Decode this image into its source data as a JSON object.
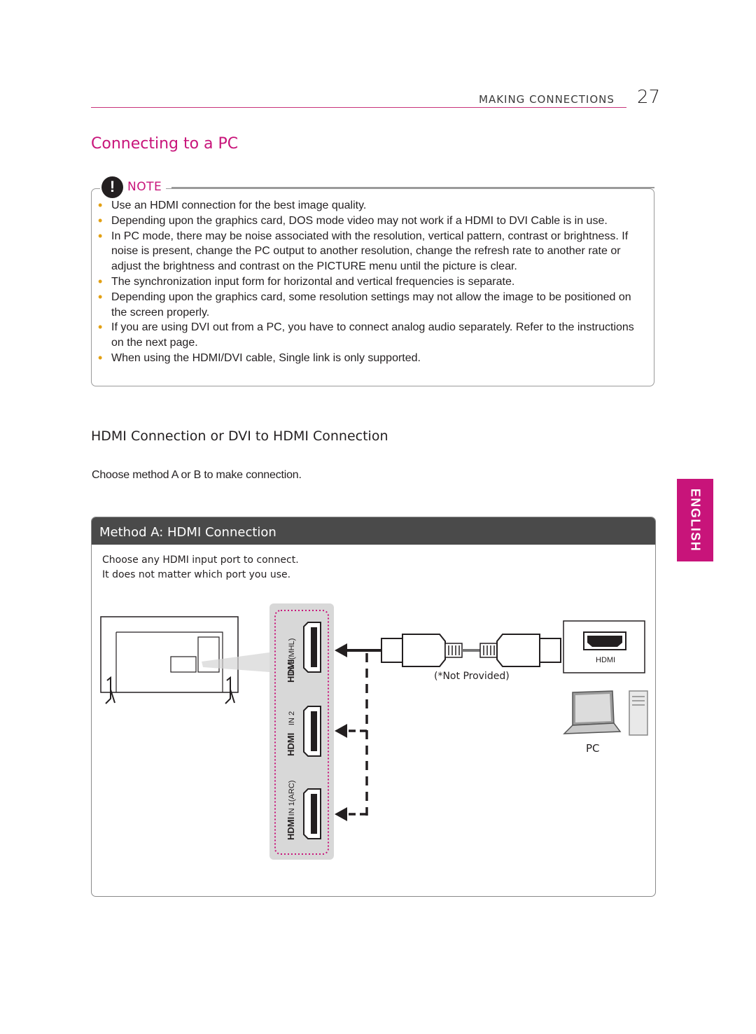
{
  "header": {
    "section": "MAKING CONNECTIONS",
    "page_number": "27"
  },
  "title": "Connecting to a PC",
  "note": {
    "label": "NOTE",
    "icon_glyph": "!",
    "items": [
      "Use an HDMI connection for the best image quality.",
      "Depending upon the graphics card, DOS mode video may not work if a HDMI to DVI Cable is in use.",
      "In PC mode, there may be noise associated with the resolution, vertical pattern, contrast or brightness. If noise is present, change the PC output to another resolution, change the refresh rate to another rate or adjust the brightness and contrast on the PICTURE menu until the picture is clear.",
      "The synchronization input form for horizontal and vertical frequencies is separate.",
      "Depending upon the graphics card, some resolution settings may not allow the image to be positioned on the screen properly.",
      "If you are using DVI out from a PC, you have to connect analog audio separately. Refer to the instructions on the next page.",
      "When using the HDMI/DVI cable, Single link is only supported."
    ]
  },
  "subsection": {
    "heading": "HDMI Connection or DVI to HDMI Connection",
    "instruction": "Choose method A or B to make connection."
  },
  "side_tab": "ENGLISH",
  "method_a": {
    "heading": "Method A: HDMI Connection",
    "description_line1": "Choose any HDMI input port to connect.",
    "description_line2": "It does not matter which port you use.",
    "ports": [
      "IN 3(MHL)",
      "IN 2",
      "IN 1(ARC)"
    ],
    "hdmi_logo": "HDMI",
    "cable_note": "(*Not Provided)",
    "pc_port_label": "HDMI",
    "pc_label": "PC"
  },
  "colors": {
    "accent": "#c8147a",
    "bullet": "#e3a012",
    "method_header": "#4a4a4a",
    "port_dots": "#c8147a"
  }
}
